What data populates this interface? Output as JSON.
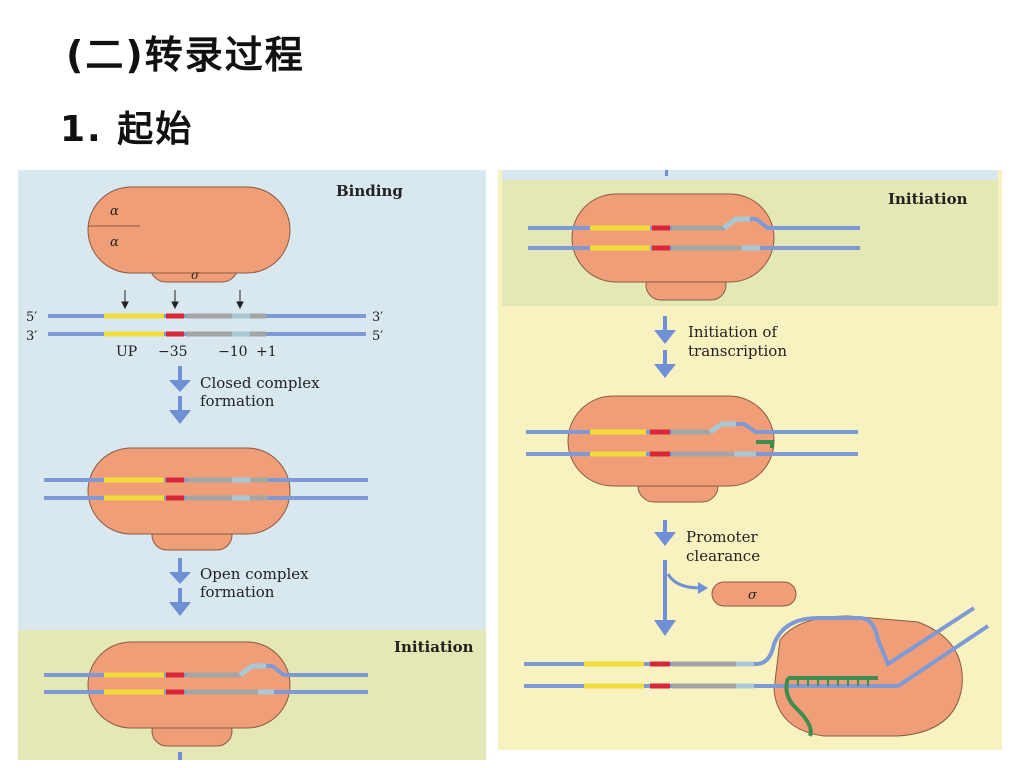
{
  "title": "(二)转录过程",
  "subtitle": "1. 起始",
  "colors": {
    "panel_blue": "#d9e7ef",
    "panel_yellow": "#f7f2c0",
    "panel_green": "#e4e8b4",
    "polymerase": "#ef9e78",
    "polymerase_outline": "#8c5a43",
    "dna_strand": "#7d9ad6",
    "up_element": "#f2dc3c",
    "minus35_element": "#d9273a",
    "minus10_element": "#a9c8d6",
    "spacer": "#a5a5a5",
    "arrow": "#6f8fd6",
    "rna": "#3f8c4e"
  },
  "left": {
    "binding_label": "Binding",
    "alpha_top": "α",
    "alpha_bottom": "α",
    "sigma": "σ",
    "strand_top_5": "5′",
    "strand_top_3": "3′",
    "strand_bottom_3": "3′",
    "strand_bottom_5": "5′",
    "label_up": "UP",
    "label_minus35": "−35",
    "label_minus10": "−10",
    "label_plus1": "+1",
    "step1_line1": "Closed complex",
    "step1_line2": "formation",
    "step2_line1": "Open complex",
    "step2_line2": "formation",
    "initiation_label": "Initiation"
  },
  "right": {
    "initiation_label": "Initiation",
    "step1_line1": "Initiation of",
    "step1_line2": "transcription",
    "step2_line1": "Promoter",
    "step2_line2": "clearance",
    "sigma": "σ"
  }
}
